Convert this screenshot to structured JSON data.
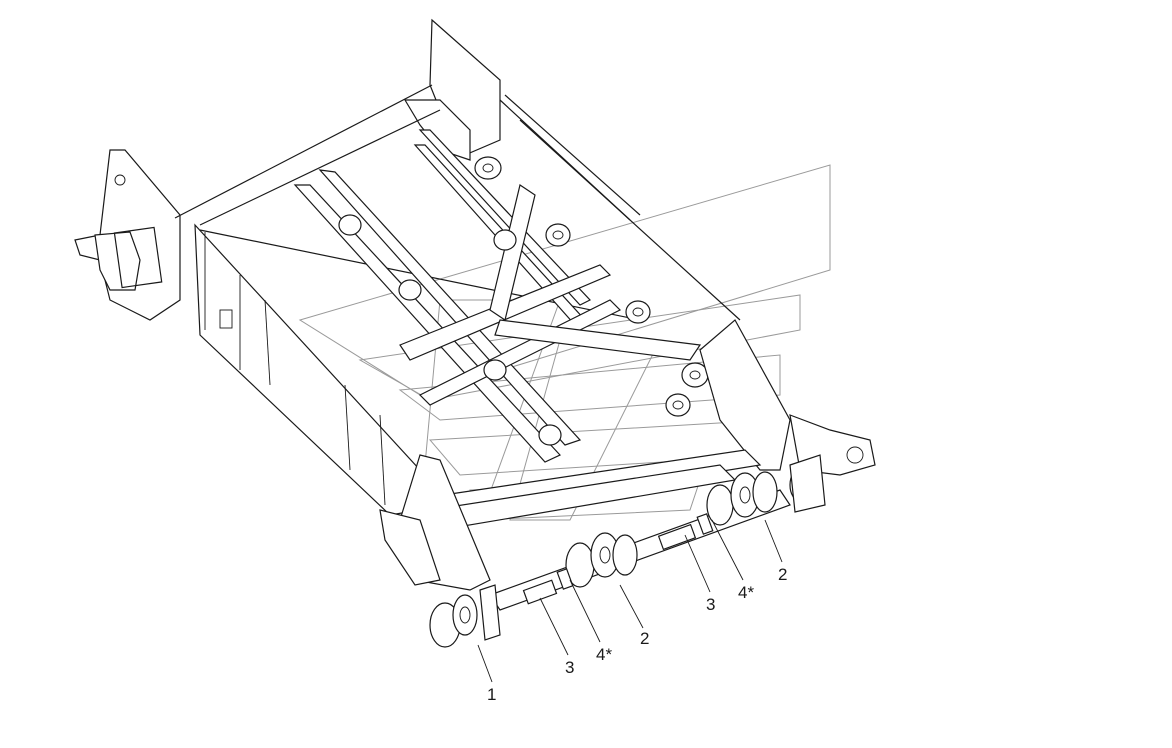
{
  "callouts": [
    {
      "id": "c1",
      "label": "1"
    },
    {
      "id": "c2a",
      "label": "2"
    },
    {
      "id": "c2b",
      "label": "2"
    },
    {
      "id": "c3a",
      "label": "3"
    },
    {
      "id": "c3b",
      "label": "3"
    },
    {
      "id": "c4a",
      "label": "4*"
    },
    {
      "id": "c4b",
      "label": "4*"
    }
  ],
  "colors": {
    "line": "#1a1a1a",
    "watermark": "#9a9a9a",
    "background": "#ffffff"
  }
}
